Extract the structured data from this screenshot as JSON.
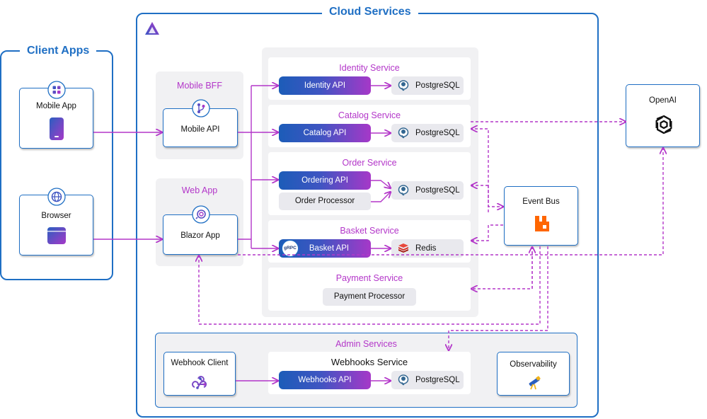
{
  "cloud_services": {
    "title": "Cloud Services"
  },
  "client_apps": {
    "title": "Client Apps",
    "mobile_app": "Mobile App",
    "browser": "Browser"
  },
  "mobile_bff": {
    "title": "Mobile BFF",
    "api": "Mobile API"
  },
  "web_app": {
    "title": "Web App",
    "app": "Blazor App"
  },
  "identity_service": {
    "title": "Identity Service",
    "api": "Identity API",
    "db": "PostgreSQL"
  },
  "catalog_service": {
    "title": "Catalog Service",
    "api": "Catalog API",
    "db": "PostgreSQL"
  },
  "order_service": {
    "title": "Order Service",
    "api": "Ordering API",
    "processor": "Order Processor",
    "db": "PostgreSQL"
  },
  "basket_service": {
    "title": "Basket Service",
    "api": "Basket API",
    "badge": "gRPC",
    "db": "Redis"
  },
  "payment_service": {
    "title": "Payment Service",
    "processor": "Payment Processor"
  },
  "openai": {
    "title": "OpenAI"
  },
  "event_bus": {
    "title": "Event Bus"
  },
  "admin_services": {
    "title": "Admin Services",
    "webhook_client": "Webhook Client",
    "webhooks_service": "Webhooks Service",
    "webhooks_api": "Webhooks API",
    "db": "PostgreSQL",
    "observability": "Observability"
  },
  "colors": {
    "blue": "#1f6fc4",
    "magenta": "#b336c9",
    "grey_panel": "#f1f1f3"
  },
  "icons": {
    "app-grid": "app-grid-icon",
    "phone": "phone-icon",
    "globe": "globe-icon",
    "browser-window": "browser-window-icon",
    "branch": "branch-icon",
    "blazor": "blazor-icon",
    "postgres": "postgresql-icon",
    "redis": "redis-icon",
    "openai": "openai-icon",
    "rabbitmq": "rabbitmq-icon",
    "webhook": "webhook-icon",
    "telescope": "telescope-icon",
    "aspire": "aspire-logo-icon"
  }
}
